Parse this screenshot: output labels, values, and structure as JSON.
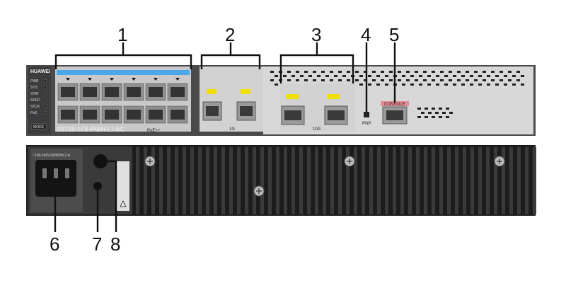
{
  "front": {
    "brand": "HUAWEI",
    "model": "S5720-16X-PWH-LI-AC",
    "mode_label": "MODE",
    "pnp_label": "PNP",
    "console_label": "CONSOLE",
    "poe_label": "PoE++",
    "speed_1g": "1G",
    "speed_10g": "10G",
    "led_labels": [
      "PWR",
      "SYS",
      "STAT",
      "SPED",
      "STCK",
      "PoE"
    ]
  },
  "rear": {
    "power_rating": "~100-240V;50/60Hz;2 A"
  },
  "callouts": {
    "c1": "1",
    "c2": "2",
    "c3": "3",
    "c4": "4",
    "c5": "5",
    "c6": "6",
    "c7": "7",
    "c8": "8"
  },
  "colors": {
    "chassis": "#4a4a4c",
    "panel": "#d2d2d2",
    "port_label_blue": "#4aa8ea",
    "port_label_yellow": "#f0e000",
    "console_pink": "#e68b93",
    "heatsink": "#1c1c1c"
  }
}
